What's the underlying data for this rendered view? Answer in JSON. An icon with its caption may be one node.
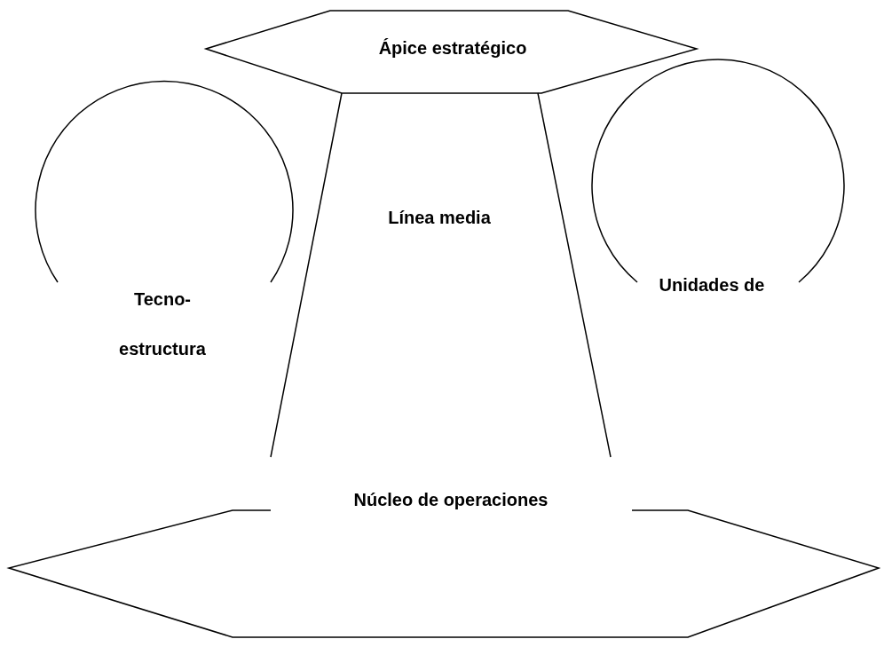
{
  "diagram": {
    "nodes": [
      {
        "text": [
          "Ápice estratégico"
        ]
      },
      {
        "text": [
          "Tecno- estructura"
        ]
      },
      {
        "text": [
          "Línea media"
        ]
      },
      {
        "text": [
          "Unidades de"
        ]
      },
      {
        "text": [
          "Núcleo de operaciones"
        ]
      }
    ]
  }
}
